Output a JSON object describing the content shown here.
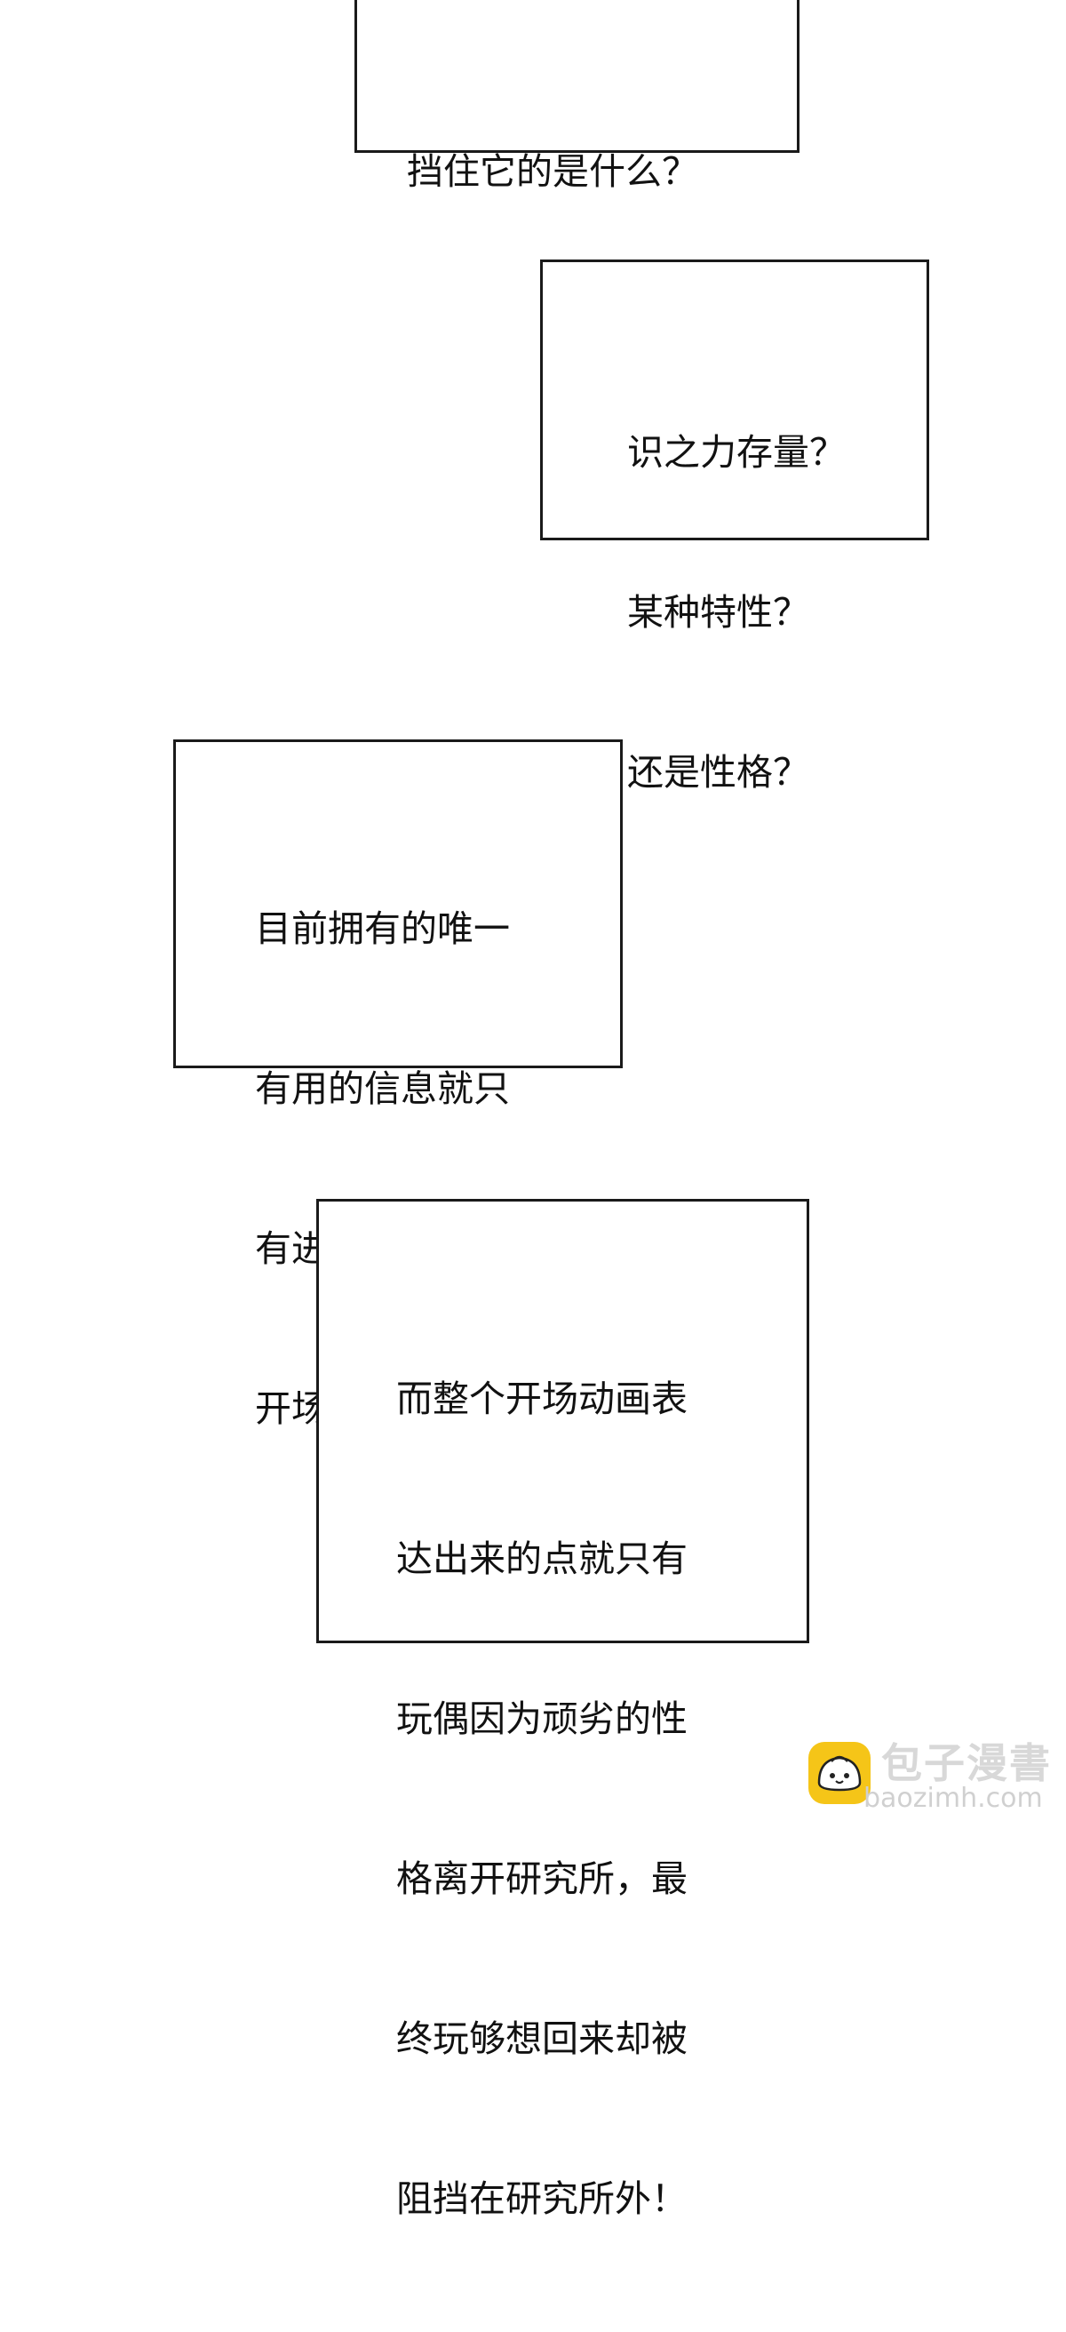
{
  "captions": [
    {
      "lines": [
        "挡住它的是什么？"
      ]
    },
    {
      "lines": [
        "识之力存量？",
        "某种特性？",
        "还是性格？"
      ]
    },
    {
      "lines": [
        "目前拥有的唯一",
        "有用的信息就只",
        "有进入秘境时的",
        "开场动画，"
      ]
    },
    {
      "lines": [
        "而整个开场动画表",
        "达出来的点就只有",
        "玩偶因为顽劣的性",
        "格离开研究所，最",
        "终玩够想回来却被",
        "阻挡在研究所外！"
      ]
    }
  ],
  "watermark": {
    "title": "包子漫書",
    "url": "baozimh.com",
    "icon": "bun-mascot-icon",
    "icon_color": "#f5c518"
  },
  "colors": {
    "background": "#ffffff",
    "border": "#1a1a1a",
    "text": "#111111"
  }
}
